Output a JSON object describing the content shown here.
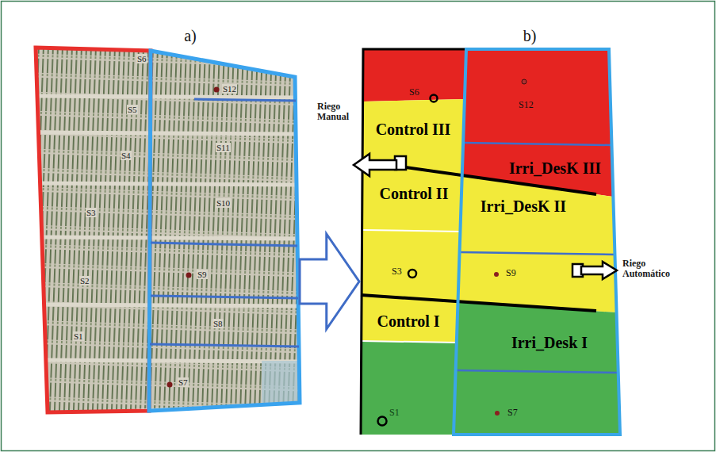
{
  "diagram": {
    "nodes": [
      {
        "text": [
          "a)"
        ]
      },
      {
        "text": [
          "b)"
        ]
      },
      {
        "text": [
          "Control III"
        ],
        "in": 1
      },
      {
        "text": [
          "Irri_DesK III"
        ],
        "in": 1
      },
      {
        "text": [
          "Control II"
        ],
        "in": 1
      },
      {
        "text": [
          "Irri_DesK II"
        ],
        "in": 1
      },
      {
        "text": [
          "Control I"
        ],
        "in": 1
      },
      {
        "text": [
          "Irri_Desk I"
        ],
        "in": 1
      }
    ],
    "edges": [
      {
        "from": 0,
        "to": 1,
        "arrow": "to"
      }
    ],
    "labels": [
      "S6",
      "S12",
      "S5",
      "S11",
      "S4",
      "S10",
      "S3",
      "S9",
      "S2",
      "S8",
      "S1",
      "S7",
      "S6",
      "S12",
      "Riego Manual",
      "S3",
      "S9",
      "Riego Automático",
      "S1",
      "S7"
    ]
  }
}
